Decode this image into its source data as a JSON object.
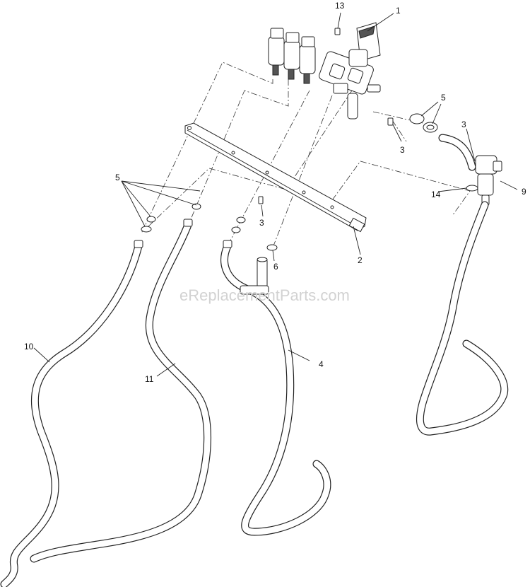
{
  "callouts": {
    "c1": "1",
    "c2": "2",
    "c3a": "3",
    "c3b": "3",
    "c3c": "3",
    "c4": "4",
    "c5a": "5",
    "c5b": "5",
    "c6": "6",
    "c9": "9",
    "c10": "10",
    "c11": "11",
    "c13": "13",
    "c14": "14"
  },
  "watermark": "eReplacementParts.com"
}
